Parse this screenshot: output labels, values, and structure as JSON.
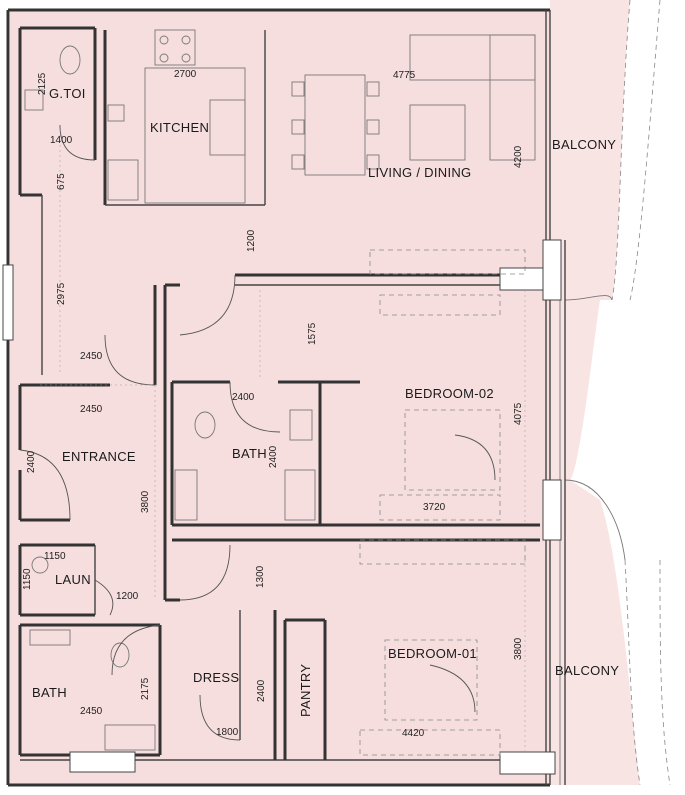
{
  "colors": {
    "fill": "#f7dede",
    "balcony": "#f9e4e4",
    "wall": "#333333",
    "fixture": "#777777"
  },
  "rooms": {
    "gtoi": "G.TOI",
    "kitchen": "KITCHEN",
    "living": "LIVING / DINING",
    "balcony_top": "BALCONY",
    "bedroom2": "BEDROOM-02",
    "bath_mid": "BATH",
    "entrance": "ENTRANCE",
    "laun": "LAUN",
    "bath_bottom": "BATH",
    "dress": "DRESS",
    "pantry": "PANTRY",
    "bedroom1": "BEDROOM-01",
    "balcony_bottom": "BALCONY"
  },
  "dimensions": {
    "d2125": "2125",
    "d2700": "2700",
    "d4775": "4775",
    "d1400": "1400",
    "d4200": "4200",
    "d675": "675",
    "d1200a": "1200",
    "d2975": "2975",
    "d1575": "1575",
    "d2450a": "2450",
    "d2450b": "2450",
    "d2400a": "2400",
    "d4075": "4075",
    "d2400b": "2400",
    "d2400c": "2400",
    "d3800a": "3800",
    "d3720": "3720",
    "d1150a": "1150",
    "d1150b": "1150",
    "d1200b": "1200",
    "d1300": "1300",
    "d3800b": "3800",
    "d2175": "2175",
    "d2400d": "2400",
    "d2450c": "2450",
    "d1800": "1800",
    "d4420": "4420"
  }
}
